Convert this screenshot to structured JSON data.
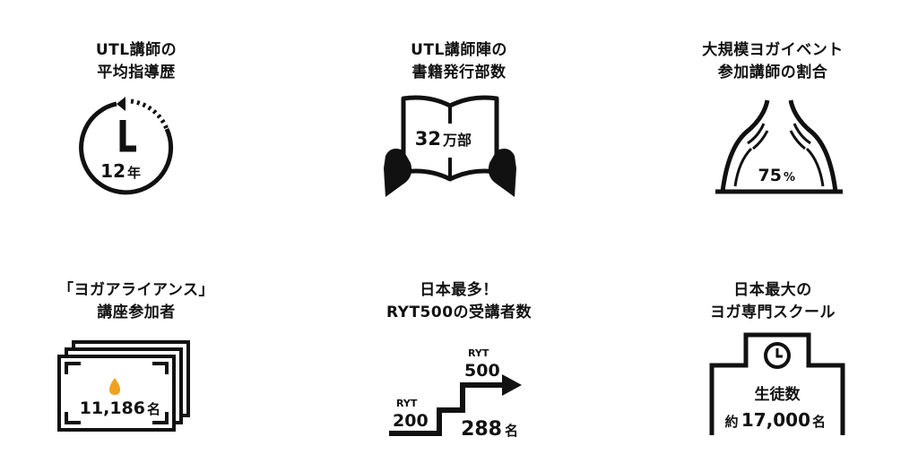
{
  "stats": [
    {
      "title": [
        "UTL講師の",
        "平均指導歴"
      ],
      "value": "12",
      "unit": "年"
    },
    {
      "title": [
        "UTL講師陣の",
        "書籍発行部数"
      ],
      "value": "32",
      "unit": "万部"
    },
    {
      "title": [
        "大規模ヨガイベント",
        "参加講師の割合"
      ],
      "value": "75",
      "unit": "%"
    },
    {
      "title": [
        "「ヨガアライアンス」",
        "講座参加者"
      ],
      "value": "11,186",
      "unit": "名"
    },
    {
      "title": [
        "日本最多！",
        "RYT500の受講者数"
      ],
      "value": "288",
      "unit": "名",
      "step_low_label": "RYT",
      "step_low_value": "200",
      "step_high_label": "RYT",
      "step_high_value": "500"
    },
    {
      "title": [
        "日本最大の",
        "ヨガ専門スクール"
      ],
      "caption": "生徒数",
      "prefix": "約",
      "value": "17,000",
      "unit": "名"
    }
  ],
  "colors": {
    "ink": "#111111",
    "accent": "#f0a21e",
    "background": "#ffffff"
  },
  "icons": [
    "clock-cycle-icon",
    "open-book-icon",
    "stage-curtain-icon",
    "certificate-stack-icon",
    "step-arrow-icon",
    "school-building-icon"
  ]
}
